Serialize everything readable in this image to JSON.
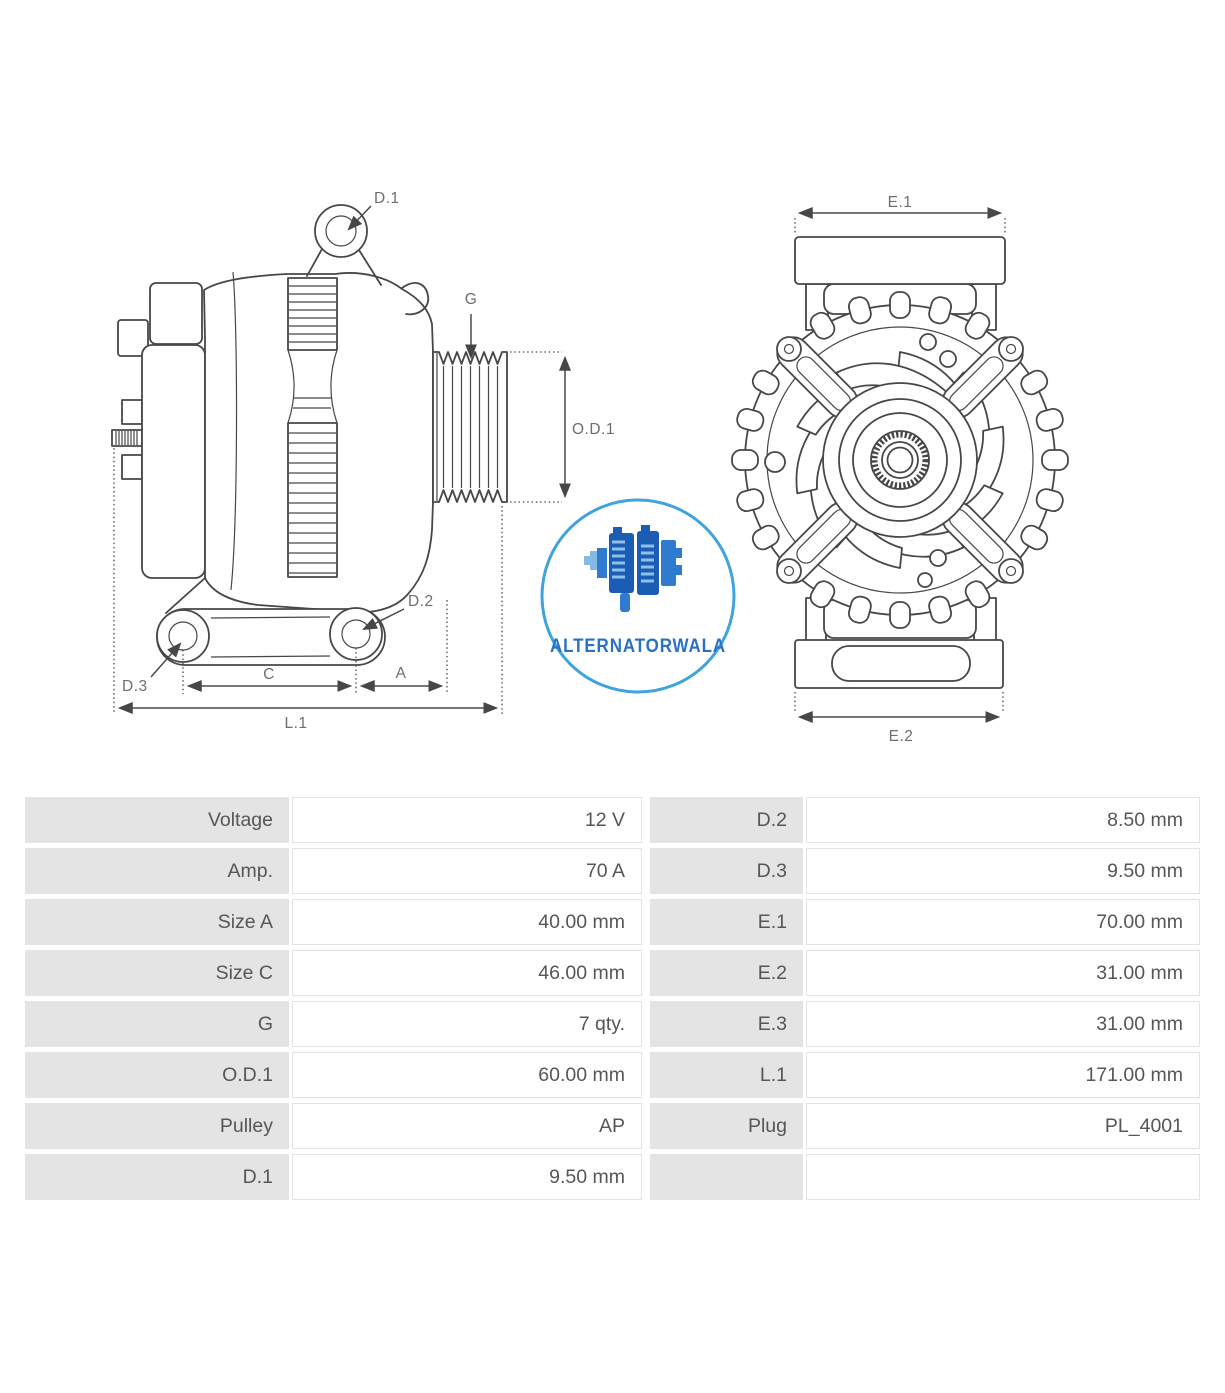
{
  "brand": {
    "logo_text": "ALTERNATORWALA"
  },
  "diagram": {
    "side_view_labels": {
      "d1": "D.1",
      "g": "G",
      "od1": "O.D.1",
      "d2": "D.2",
      "d3": "D.3",
      "c": "C",
      "a": "A",
      "l1": "L.1"
    },
    "front_view_labels": {
      "e1": "E.1",
      "e2": "E.2"
    }
  },
  "spec_table": {
    "rows": [
      {
        "label_left": "Voltage",
        "value_left": "12 V",
        "label_right": "D.2",
        "value_right": "8.50 mm"
      },
      {
        "label_left": "Amp.",
        "value_left": "70 A",
        "label_right": "D.3",
        "value_right": "9.50 mm"
      },
      {
        "label_left": "Size A",
        "value_left": "40.00 mm",
        "label_right": "E.1",
        "value_right": "70.00 mm"
      },
      {
        "label_left": "Size C",
        "value_left": "46.00 mm",
        "label_right": "E.2",
        "value_right": "31.00 mm"
      },
      {
        "label_left": "G",
        "value_left": "7 qty.",
        "label_right": "E.3",
        "value_right": "31.00 mm"
      },
      {
        "label_left": "O.D.1",
        "value_left": "60.00 mm",
        "label_right": "L.1",
        "value_right": "171.00 mm"
      },
      {
        "label_left": "Pulley",
        "value_left": "AP",
        "label_right": "Plug",
        "value_right": "PL_4001"
      },
      {
        "label_left": "D.1",
        "value_left": "9.50 mm",
        "label_right": "",
        "value_right": ""
      }
    ]
  },
  "colors": {
    "logo_ring_blue": "#3fa3dc",
    "logo_text_blue": "#2a70c4",
    "logo_dark_blue": "#1b5cb4",
    "table_label_bg": "#e4e4e4",
    "table_text": "#565656",
    "line_color": "#474747"
  }
}
